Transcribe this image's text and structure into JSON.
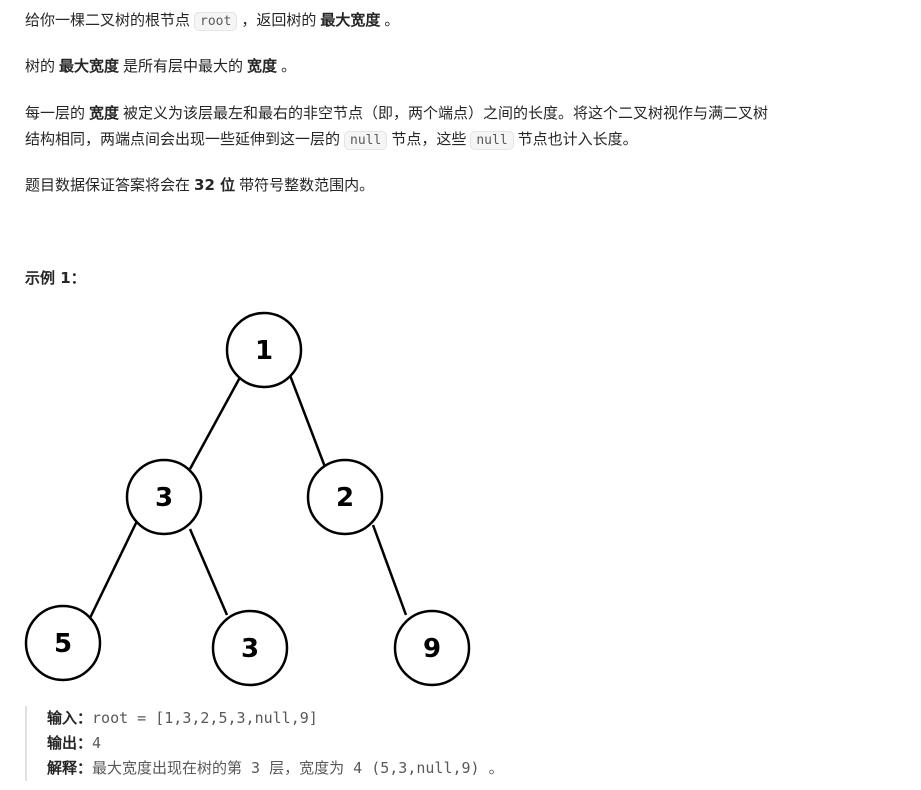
{
  "intro": {
    "p1_a": "给你一棵二叉树的根节点",
    "p1_code": "root",
    "p1_b": "，返回树的",
    "p1_bold": "最大宽度",
    "p1_c": "。",
    "p2_a": "树的",
    "p2_bold1": "最大宽度",
    "p2_b": "是所有层中最大的",
    "p2_bold2": "宽度",
    "p2_c": "。",
    "p3_a": "每一层的",
    "p3_bold": "宽度",
    "p3_b": "被定义为该层最左和最右的非空节点（即，两个端点）之间的长度。将这个二叉树视作与满二叉树",
    "p3_line2_a": "结构相同，两端点间会出现一些延伸到这一层的",
    "p3_code1": "null",
    "p3_line2_b": "节点，这些",
    "p3_code2": "null",
    "p3_line2_c": "节点也计入长度。",
    "p4_a": "题目数据保证答案将会在",
    "p4_bold": "32 位",
    "p4_b": "带符号整数范围内。"
  },
  "example1": {
    "heading": "示例 1：",
    "tree_nodes": [
      "1",
      "3",
      "2",
      "5",
      "3",
      "9"
    ],
    "input_label": "输入：",
    "input_value": "root = [1,3,2,5,3,null,9]",
    "output_label": "输出：",
    "output_value": "4",
    "explain_label": "解释：",
    "explain_value": "最大宽度出现在树的第 3 层，宽度为 4 (5,3,null,9) 。"
  }
}
